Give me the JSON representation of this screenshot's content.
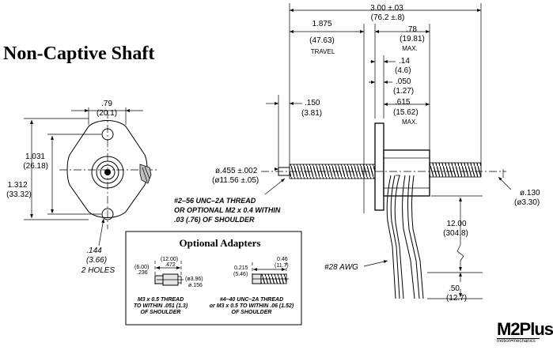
{
  "title": "Non-Captive Shaft",
  "front_view": {
    "width_in": ".79",
    "width_mm": "(20.1)",
    "hole_spacing_in": "1.031",
    "hole_spacing_mm": "(26.18)",
    "height_in": "1.312",
    "height_mm": "(33.32)",
    "hole_dia_in": ".144",
    "hole_dia_mm": "(3.66)",
    "hole_count": "2 HOLES"
  },
  "side_view": {
    "overall_in": "3.00 ±.03",
    "overall_mm": "(76.2 ±.8)",
    "travel_in": "1.875",
    "travel_mm": "(47.63)",
    "travel_label": "TRAVEL",
    "body_in": ".78",
    "body_mm": "(19.81)",
    "body_note": "MAX.",
    "flange_in": ".14",
    "flange_mm": "(4.6)",
    "flange_gap_in": ".050",
    "flange_gap_mm": "(1.27)",
    "motor_in": ".615",
    "motor_mm": "(15.62)",
    "motor_note": "MAX.",
    "thread_len_in": ".150",
    "thread_len_mm": "(3.81)",
    "shaft_dia_in": "ø.455 ±.002",
    "shaft_dia_mm": "(ø11.56 ±.05)",
    "thread_note_1": "#2–56 UNC–2A THREAD",
    "thread_note_2": "OR OPTIONAL  M2 x 0.4 WITHIN",
    "thread_note_3": ".03 (.76) OF SHOULDER",
    "screw_dia_in": "ø.130",
    "screw_dia_mm": "(ø3.30)",
    "lead_len_in": "12.00",
    "lead_len_mm": "(304.8)",
    "strip_in": ".50",
    "strip_mm": "(12.7)",
    "wire_gauge": "#28  AWG"
  },
  "adapters": {
    "title": "Optional Adapters",
    "a1_len_mm": "(12.00)",
    "a1_len_in": ".472",
    "a1_step_mm": "(6.00)",
    "a1_step_in": ".236",
    "a1_dia_mm": "(ø3.96)",
    "a1_dia_in": "ø.156",
    "a1_note_1": "M3 x 0.5 THREAD",
    "a1_note_2": "TO WITHIN .051 (1.3)",
    "a1_note_3": "OF SHOULDER",
    "a2_len_in": "0.46",
    "a2_len_mm": "(11.7)",
    "a2_step_in": "0.215",
    "a2_step_mm": "(5.46)",
    "a2_note_1": "#4–40 UNC–2A THREAD",
    "a2_note_2": "or M3 x 0.5 TO WITHIN .06 (1.52)",
    "a2_note_3": "OF SHOULDER"
  },
  "logo": {
    "brand": "M2Plus",
    "tagline": "motion•mechanics"
  }
}
